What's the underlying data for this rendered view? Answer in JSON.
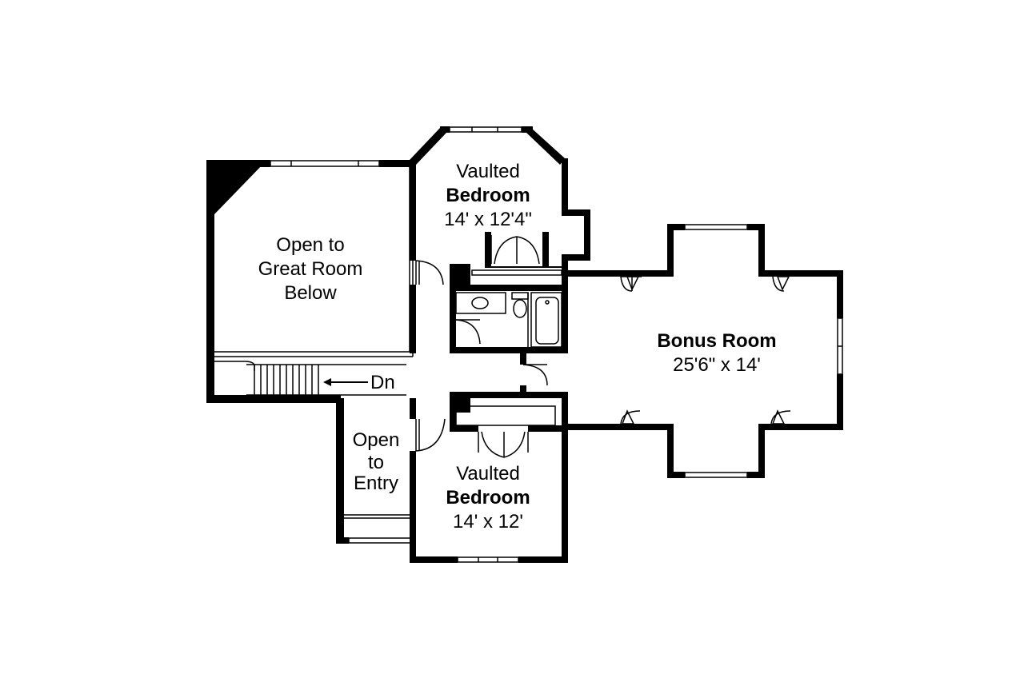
{
  "colors": {
    "wall": "#000000",
    "background": "#ffffff"
  },
  "rooms": {
    "bedroom_top": {
      "line1": "Vaulted",
      "line2": "Bedroom",
      "dims": "14' x 12'4\""
    },
    "bedroom_bottom": {
      "line1": "Vaulted",
      "line2": "Bedroom",
      "dims": "14' x 12'"
    },
    "bonus_room": {
      "name": "Bonus Room",
      "dims": "25'6\" x 14'"
    },
    "open_great_room": {
      "line1": "Open to",
      "line2": "Great Room",
      "line3": "Below"
    },
    "open_entry": {
      "line1": "Open",
      "line2": "to",
      "line3": "Entry"
    }
  },
  "stairs": {
    "label": "Dn"
  }
}
